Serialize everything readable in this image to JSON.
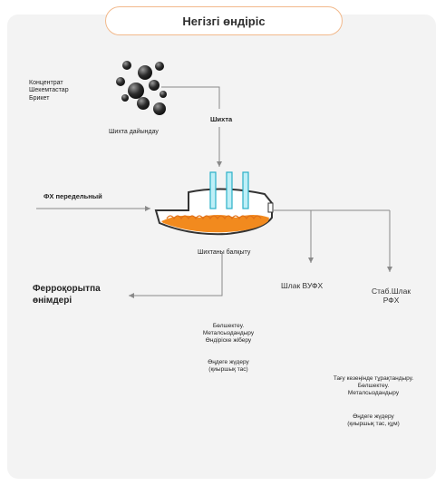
{
  "title": "Негізгі өндіріс",
  "raw_inputs": [
    "Концентрат",
    "Шекемтастар",
    "Брикет"
  ],
  "charge_prep": "Шихта дайындау",
  "charge": "Шихта",
  "fx_input": "ФХ передельный",
  "melting": "Шихтаны балқыту",
  "products_title": [
    "Ферроқорытпа",
    "өнімдері"
  ],
  "products_steps": [
    "Бөлшектеу.",
    "Металсыздандыру",
    "Өндіріске жіберу"
  ],
  "products_steps2": [
    "Өңдеге жүдеру",
    "(қиыршық тас)"
  ],
  "slag_vufh": "Шлак ВУФХ",
  "stab_slag": [
    "Стаб.Шлак",
    "РФХ"
  ],
  "slag_steps": [
    "Тағу кезеңінде тұрақтандыру.",
    "Бөлшектеу.",
    "Металсыздандыру"
  ],
  "slag_steps2": [
    "Өңдеге жүдеру",
    "(қиыршық тас, құм)"
  ],
  "colors": {
    "accent": "#f28a1e",
    "arrow": "#8a8a8a",
    "electrode": "#2ab0c8"
  }
}
